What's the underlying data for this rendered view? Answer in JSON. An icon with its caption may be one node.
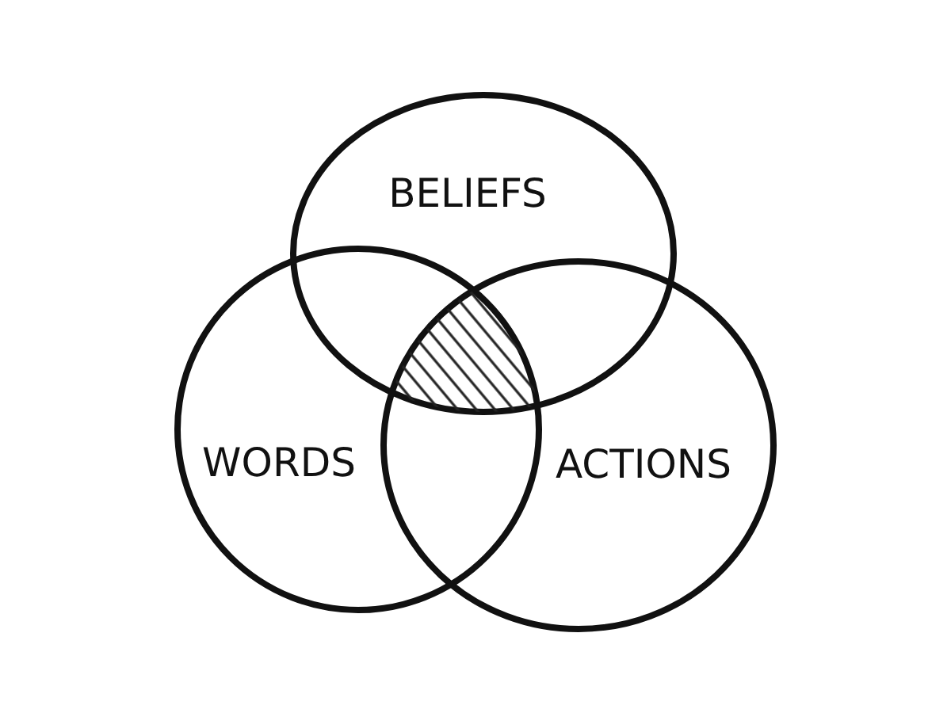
{
  "diagram": {
    "nodes": [
      {
        "text": [
          "BELIEFS"
        ]
      },
      {
        "text": [
          "WORDS"
        ]
      },
      {
        "text": [
          "ACTIONS"
        ]
      },
      {
        "text": [],
        "shape": "triangle"
      }
    ]
  }
}
